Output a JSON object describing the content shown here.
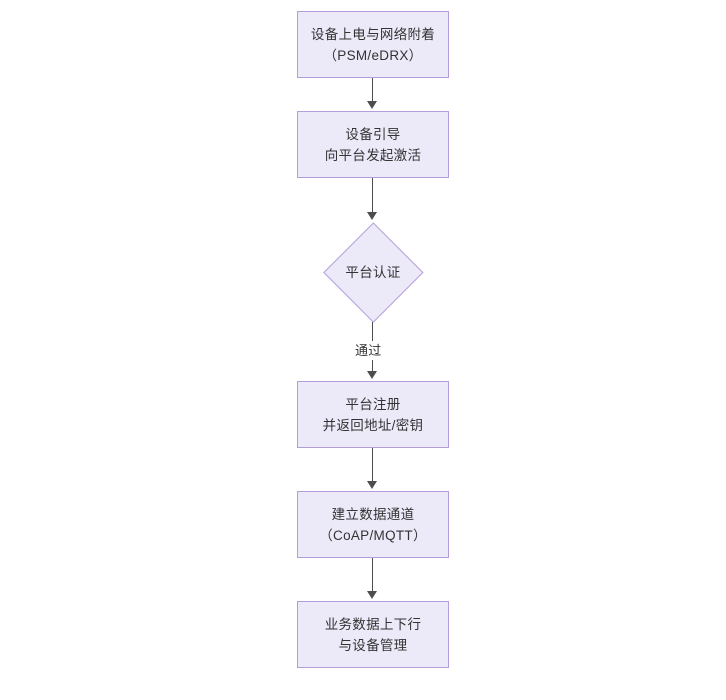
{
  "diagram": {
    "type": "flowchart",
    "orientation": "top-to-bottom",
    "background_color": "#ffffff",
    "node_fill_color": "#ece9f8",
    "node_border_color": "#b39ddb",
    "connector_color": "#4d4d4d",
    "text_color": "#333333",
    "nodes": [
      {
        "id": "power-on",
        "shape": "rectangle",
        "label": "设备上电与网络附着\n（PSM/eDRX）"
      },
      {
        "id": "bootstrap",
        "shape": "rectangle",
        "label": "设备引导\n向平台发起激活"
      },
      {
        "id": "platform-auth",
        "shape": "diamond",
        "label": "平台认证"
      },
      {
        "id": "platform-register",
        "shape": "rectangle",
        "label": "平台注册\n并返回地址/密钥"
      },
      {
        "id": "data-channel",
        "shape": "rectangle",
        "label": "建立数据通道\n（CoAP/MQTT）"
      },
      {
        "id": "service-data",
        "shape": "rectangle",
        "label": "业务数据上下行\n与设备管理"
      }
    ],
    "edges": [
      {
        "from": "power-on",
        "to": "bootstrap",
        "label": ""
      },
      {
        "from": "bootstrap",
        "to": "platform-auth",
        "label": ""
      },
      {
        "from": "platform-auth",
        "to": "platform-register",
        "label": "通过"
      },
      {
        "from": "platform-register",
        "to": "data-channel",
        "label": ""
      },
      {
        "from": "data-channel",
        "to": "service-data",
        "label": ""
      }
    ]
  }
}
